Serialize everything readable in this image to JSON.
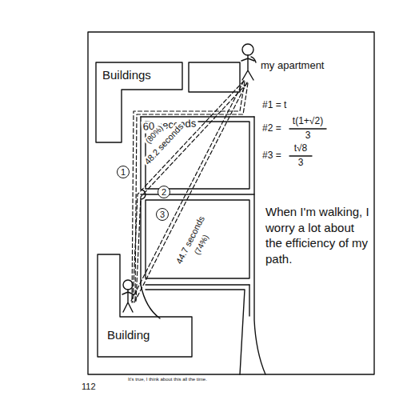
{
  "diagram": {
    "caption": "It's true, I think about this all the time.",
    "nodes": [
      {
        "text": [
          "Buildings"
        ]
      },
      {
        "text": [
          "Building"
        ]
      }
    ],
    "labels": [
      "my apartment",
      "#1 = t",
      "#2 =",
      "t(1+√2)",
      "3",
      "#3 =",
      "t√8",
      "3",
      "60 seconds",
      "1",
      "48.2 seconds",
      "(80%)",
      "2",
      "44.7 seconds",
      "(74%)",
      "3",
      "When I'm walking, I worry a lot about the efficiency of my path.",
      "112"
    ]
  }
}
